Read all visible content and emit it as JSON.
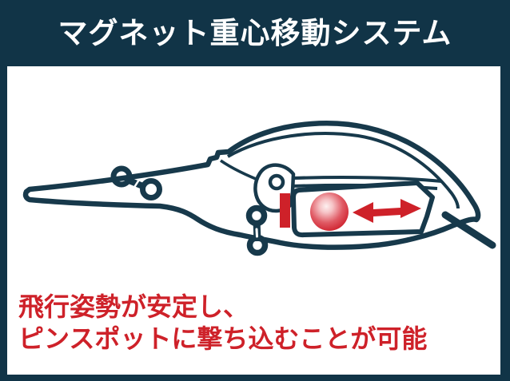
{
  "header": {
    "title": "マグネット重心移動システム"
  },
  "caption": {
    "line1": "飛行姿勢が安定し、",
    "line2": "ピンスポットに撃ち込むことが可能"
  },
  "colors": {
    "frame_navy": "#113447",
    "outline_ink": "#17394b",
    "accent_red": "#ce2129",
    "background_white": "#ffffff"
  },
  "diagram": {
    "description": "cutaway-crankbait-lure-magnet-weight-transfer",
    "parts": {
      "bill": "diving-lip",
      "front_hanger": "line-tie-split-ring",
      "belly_hanger": "belly-hook-hanger",
      "eyelet": "pivot-eyelet",
      "magnet": "magnet-bar",
      "weight": "tungsten-ball",
      "arrow": "weight-travel-arrow",
      "tail": "tail-hook-wire"
    }
  }
}
